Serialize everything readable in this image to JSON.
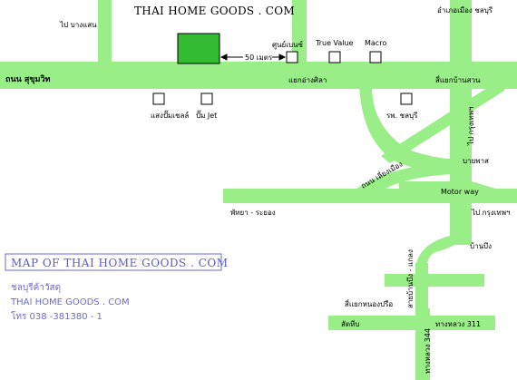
{
  "map_title": "THAI HOME GOODS . COM",
  "legend": {
    "title": "MAP  OF  THAI HOME GOODS . COM",
    "line1": "ชลบุรีค้าวัสดุ",
    "line2": "THAI HOME GOODS . COM",
    "line3": "โทร  038 -381380 - 1"
  },
  "labels": {
    "to_bangsaen": "ไป บางแสน",
    "amphoe_muang": "อำเภอเมือง ชลบุรี",
    "sukhumvit": "ถนน สุขุมวิท",
    "distance": "50 เมตร",
    "benz_center": "ศูนย์เบนซ์",
    "true_value": "True Value",
    "macro": "Macro",
    "angsila": "แยกอ่างศิลา",
    "ban_suan": "สี่แยกบ้านสวน",
    "to_bangkok_1": "ไป กรุงเทพฯ",
    "shell_station": "แสงปั๊มเชลล์",
    "jet_pump": "ปั๊ม Jet",
    "chonburi_hospital": "รพ. ชลบุรี",
    "bypass": "บายพาส",
    "liang_muang": "ถนน เลี่ยงเมือง",
    "motorway": "Motor way",
    "pattaya_rayong": "พัทยา - ระยอง",
    "to_bangkok_2": "ไป กรุงเทพฯ",
    "ban_bueng": "บ้านบึง",
    "ban_bueng_klaeng": "สายบ้านบึง - แกลง",
    "nong_pruea": "สี่แยกหนองปรือ",
    "sattahip": "สัตหีบ",
    "route_311": "ทางหลวง 311",
    "route_344": "ทางหลวง 344"
  },
  "colors": {
    "road": "#99ee88",
    "store": "#33bb33",
    "legend_text": "#6a6ad8"
  }
}
